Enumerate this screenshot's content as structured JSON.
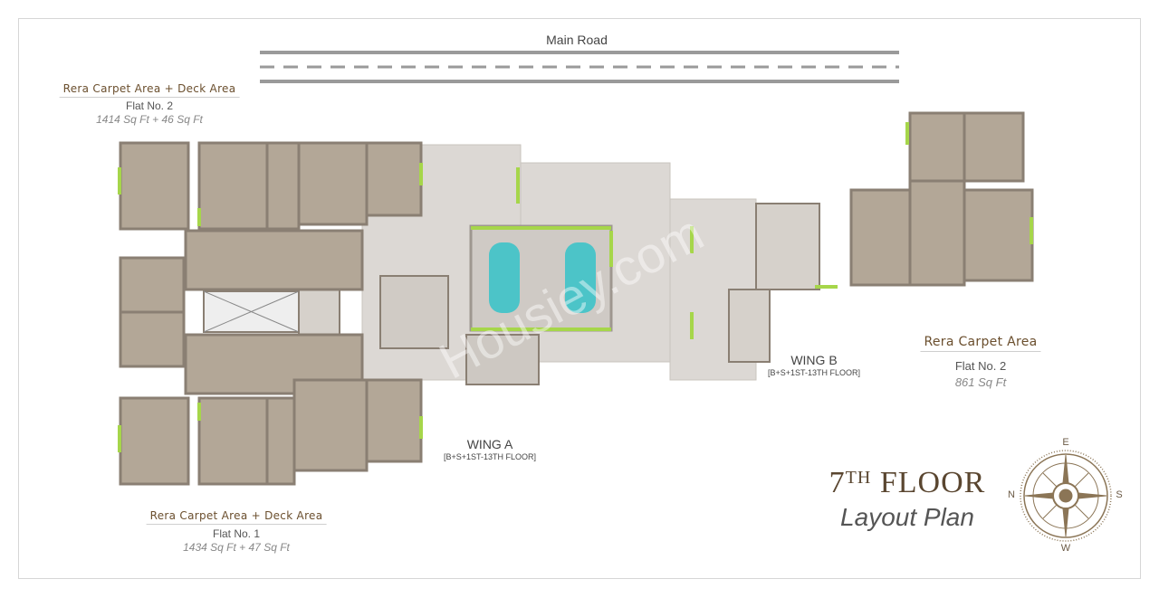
{
  "road": {
    "label": "Main Road"
  },
  "wing_a": {
    "name": "WING A",
    "floors": "[B+S+1ST-13TH FLOOR]",
    "flat_top": {
      "heading": "Rera Carpet Area + Deck Area",
      "flat": "Flat No. 2",
      "area": "1414 Sq Ft + 46 Sq Ft"
    },
    "flat_bottom": {
      "heading": "Rera Carpet Area + Deck Area",
      "flat": "Flat No. 1",
      "area": "1434 Sq Ft + 47 Sq Ft"
    }
  },
  "wing_b": {
    "name": "WING B",
    "floors": "[B+S+1ST-13TH FLOOR]",
    "flat": {
      "heading": "Rera Carpet Area",
      "flat": "Flat No. 2",
      "area": "861 Sq Ft"
    }
  },
  "title": {
    "floor_num": "7",
    "floor_sup": "TH",
    "floor_word": "FLOOR",
    "subtitle": "Layout Plan"
  },
  "compass": {
    "n": "N",
    "e": "E",
    "s": "S",
    "w": "W"
  },
  "watermark": "Housiey.com",
  "colors": {
    "room": "#b3a797",
    "wall": "#8a7f73",
    "common": "#dcd8d4",
    "accent_green": "#a6d64a",
    "pool_car": "#4cc4c8",
    "brand_brown": "#6b4f2e"
  }
}
